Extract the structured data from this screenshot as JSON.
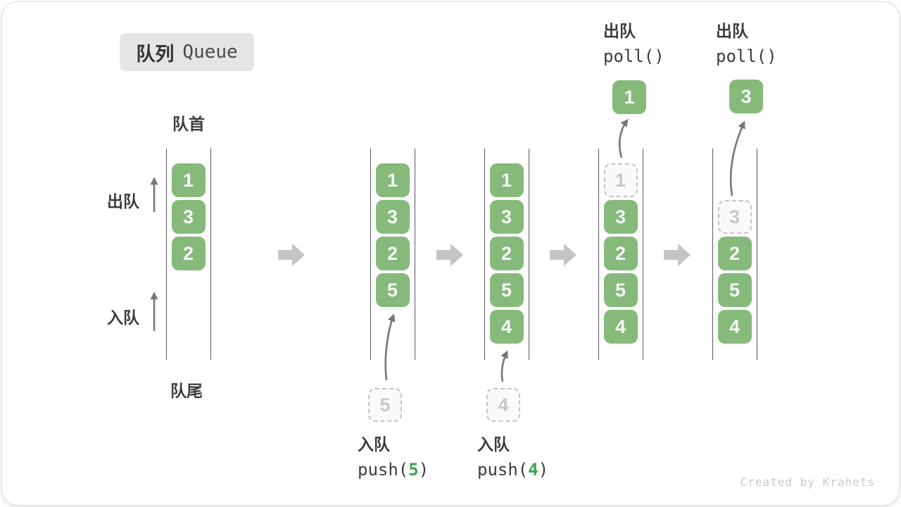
{
  "title_badge": {
    "zh": "队列",
    "en": "Queue"
  },
  "labels": {
    "front": "队首",
    "rear": "队尾",
    "dequeue": "出队",
    "enqueue": "入队"
  },
  "watermark": "Created by Krahets",
  "colors": {
    "box_green": "#85ba7b",
    "code_arg_green": "#3fa04f",
    "text_dark": "#3c3c3c",
    "dashed_gray": "#c5c5c5",
    "thin_arrow_gray": "#767676",
    "block_arrow_gray": "#c4c4c4",
    "badge_bg": "#e5e5e5",
    "watermark_gray": "#c9c9c9"
  },
  "queues": [
    {
      "name": "state-initial",
      "cells": [
        {
          "slot": 0,
          "value": "1",
          "style": "solid"
        },
        {
          "slot": 1,
          "value": "3",
          "style": "solid"
        },
        {
          "slot": 2,
          "value": "2",
          "style": "solid"
        }
      ]
    },
    {
      "name": "state-after-push-5",
      "cells": [
        {
          "slot": 0,
          "value": "1",
          "style": "solid"
        },
        {
          "slot": 1,
          "value": "3",
          "style": "solid"
        },
        {
          "slot": 2,
          "value": "2",
          "style": "solid"
        },
        {
          "slot": 3,
          "value": "5",
          "style": "solid"
        }
      ]
    },
    {
      "name": "state-after-push-4",
      "cells": [
        {
          "slot": 0,
          "value": "1",
          "style": "solid"
        },
        {
          "slot": 1,
          "value": "3",
          "style": "solid"
        },
        {
          "slot": 2,
          "value": "2",
          "style": "solid"
        },
        {
          "slot": 3,
          "value": "5",
          "style": "solid"
        },
        {
          "slot": 4,
          "value": "4",
          "style": "solid"
        }
      ]
    },
    {
      "name": "state-after-poll-1",
      "cells": [
        {
          "slot": 0,
          "value": "1",
          "style": "dashed"
        },
        {
          "slot": 1,
          "value": "3",
          "style": "solid"
        },
        {
          "slot": 2,
          "value": "2",
          "style": "solid"
        },
        {
          "slot": 3,
          "value": "5",
          "style": "solid"
        },
        {
          "slot": 4,
          "value": "4",
          "style": "solid"
        }
      ]
    },
    {
      "name": "state-after-poll-3",
      "cells": [
        {
          "slot": 1,
          "value": "3",
          "style": "dashed"
        },
        {
          "slot": 2,
          "value": "2",
          "style": "solid"
        },
        {
          "slot": 3,
          "value": "5",
          "style": "solid"
        },
        {
          "slot": 4,
          "value": "4",
          "style": "solid"
        }
      ]
    }
  ],
  "push_ops": [
    {
      "label": "入队",
      "code_prefix": "push(",
      "code_arg": "5",
      "code_suffix": ")",
      "operand": "5"
    },
    {
      "label": "入队",
      "code_prefix": "push(",
      "code_arg": "4",
      "code_suffix": ")",
      "operand": "4"
    }
  ],
  "poll_ops": [
    {
      "label": "出队",
      "code": "poll()",
      "result": "1"
    },
    {
      "label": "出队",
      "code": "poll()",
      "result": "3"
    }
  ]
}
